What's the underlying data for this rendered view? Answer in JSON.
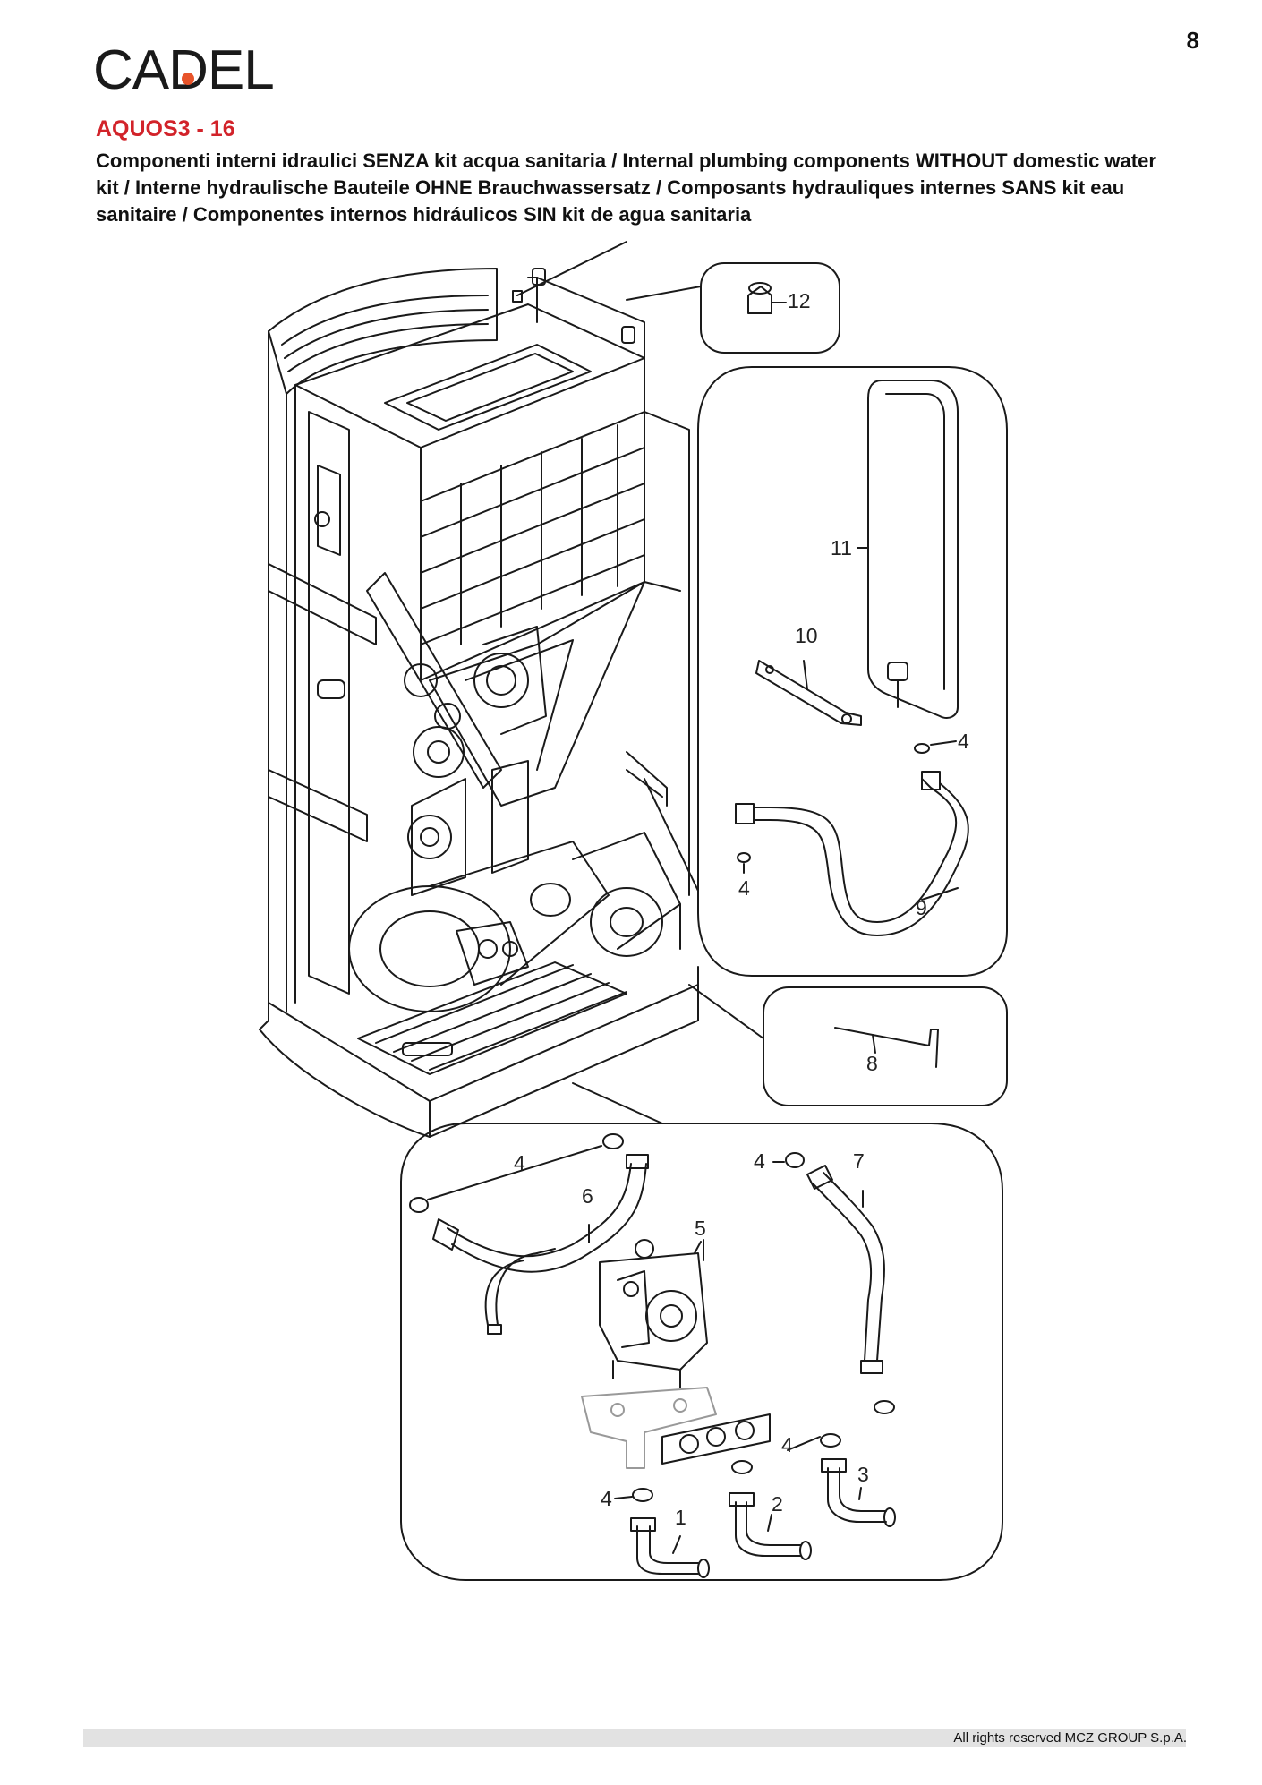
{
  "page_number": "8",
  "brand": {
    "logo_text": "CADEL"
  },
  "product_title": "AQUOS3 - 16",
  "description": "Componenti interni idraulici SENZA kit acqua sanitaria / Internal plumbing components WITHOUT domestic water kit / Interne hydraulische Bauteile OHNE Brauchwassersatz / Composants hydrauliques internes SANS kit eau sanitaire / Componentes internos hidráulicos SIN kit de agua sanitaria",
  "callouts": [
    "12",
    "11",
    "10",
    "4",
    "4",
    "9",
    "8",
    "4",
    "6",
    "4",
    "7",
    "5",
    "4",
    "3",
    "4",
    "1",
    "2"
  ],
  "footer": "All rights reserved MCZ GROUP S.p.A.",
  "colors": {
    "title_red": "#d2232a",
    "logo_dot": "#e8542a"
  }
}
